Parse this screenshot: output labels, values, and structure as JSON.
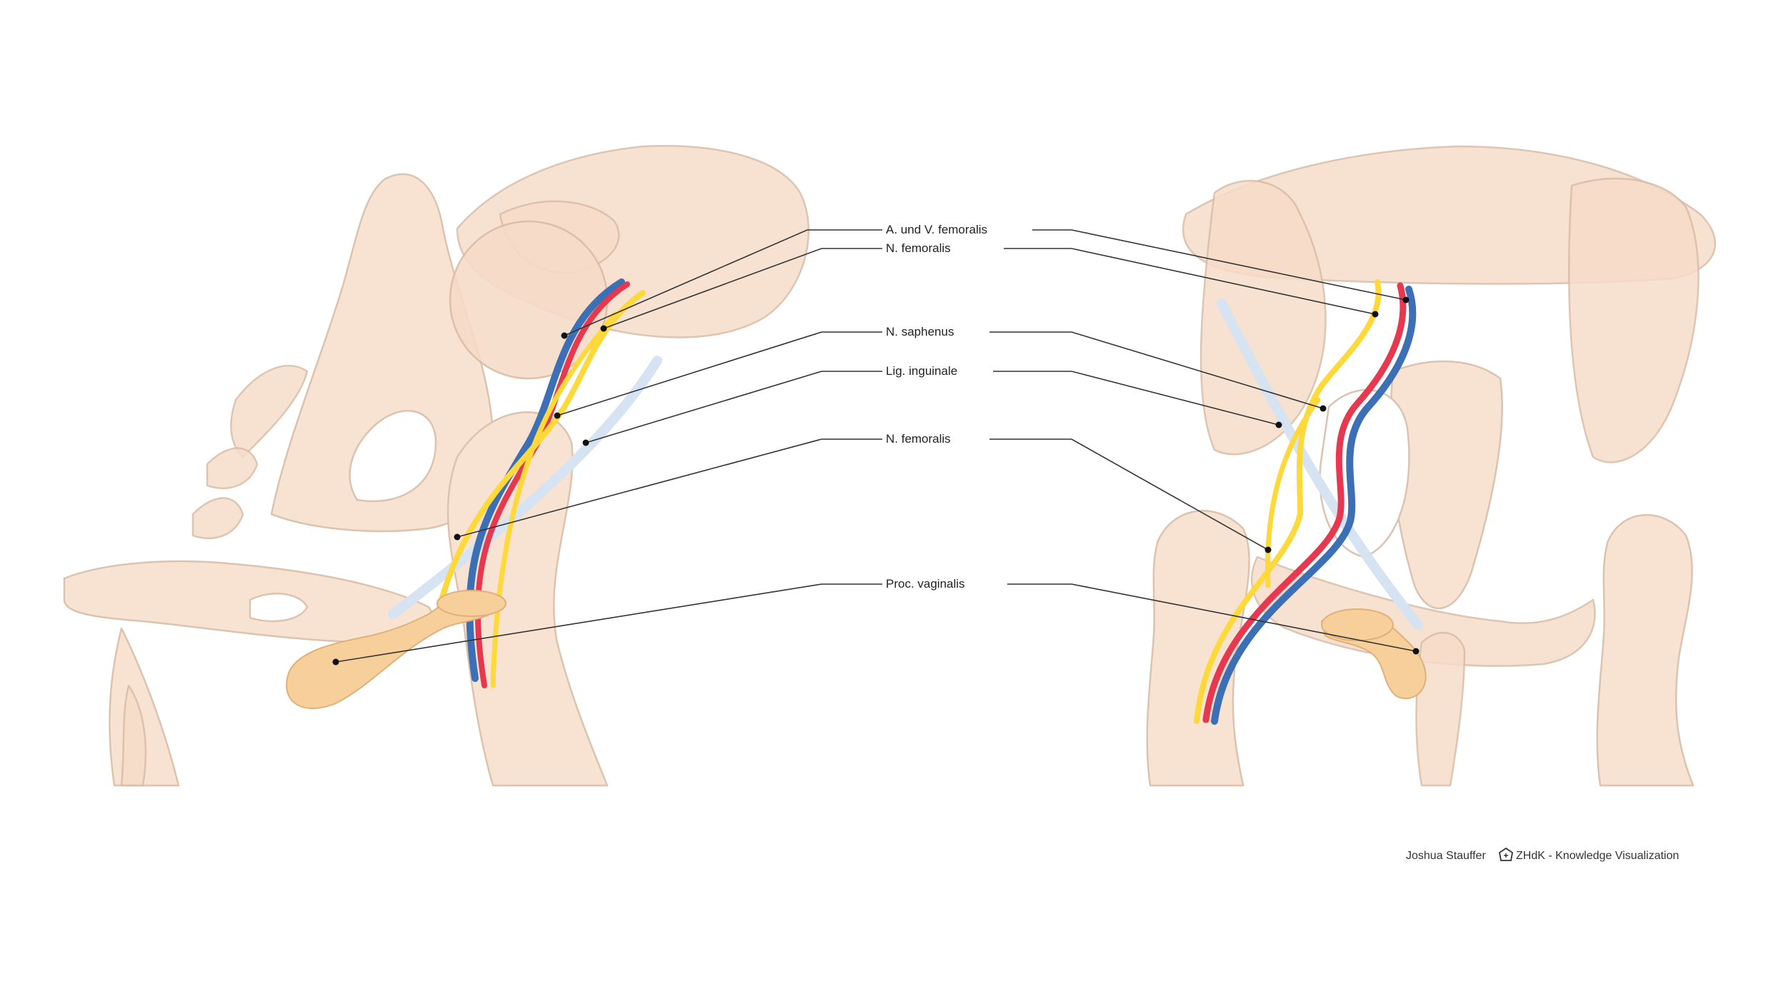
{
  "labels": {
    "a_v_femoralis": "A. und V. femoralis",
    "n_femoralis_top": "N. femoralis",
    "n_saphenus": "N. saphenus",
    "lig_inguinale": "Lig. inguinale",
    "n_femoralis_bottom": "N. femoralis",
    "proc_vaginalis": "Proc. vaginalis"
  },
  "credit": {
    "author": "Joshua Stauffer",
    "institution": "ZHdK - Knowledge Visualization"
  },
  "colors": {
    "bone_fill": "#f8e3d2",
    "bone_stroke": "#dcc3b0",
    "artery": "#e8384f",
    "vein": "#3b6fb6",
    "nerve": "#ffd83a",
    "ligament": "#d6e3f3",
    "proc_vaginalis": "#f6cf9a"
  }
}
